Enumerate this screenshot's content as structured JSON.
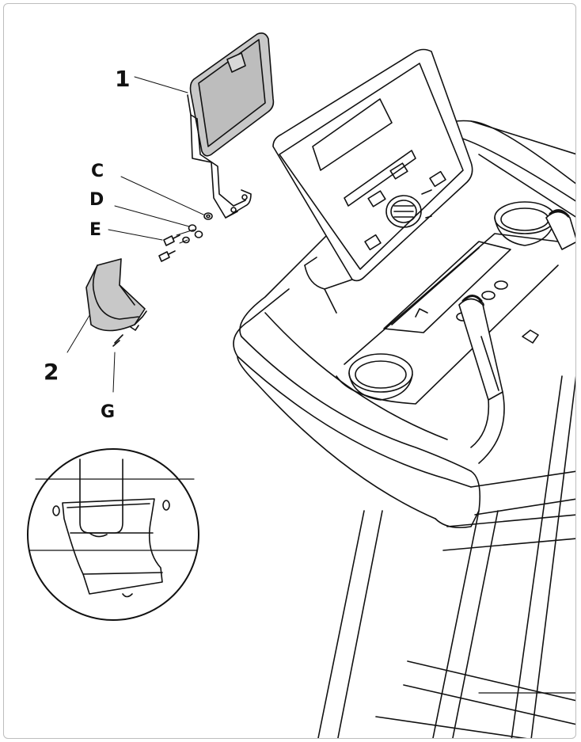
{
  "diagram": {
    "callouts": {
      "part_1": "1",
      "part_2": "2",
      "hardware_c": "C",
      "hardware_d": "D",
      "hardware_e": "E",
      "hardware_g": "G"
    },
    "colors": {
      "line": "#111111",
      "part_fill": "#c8c8c8",
      "frame_border": "#bdbdbd"
    }
  }
}
